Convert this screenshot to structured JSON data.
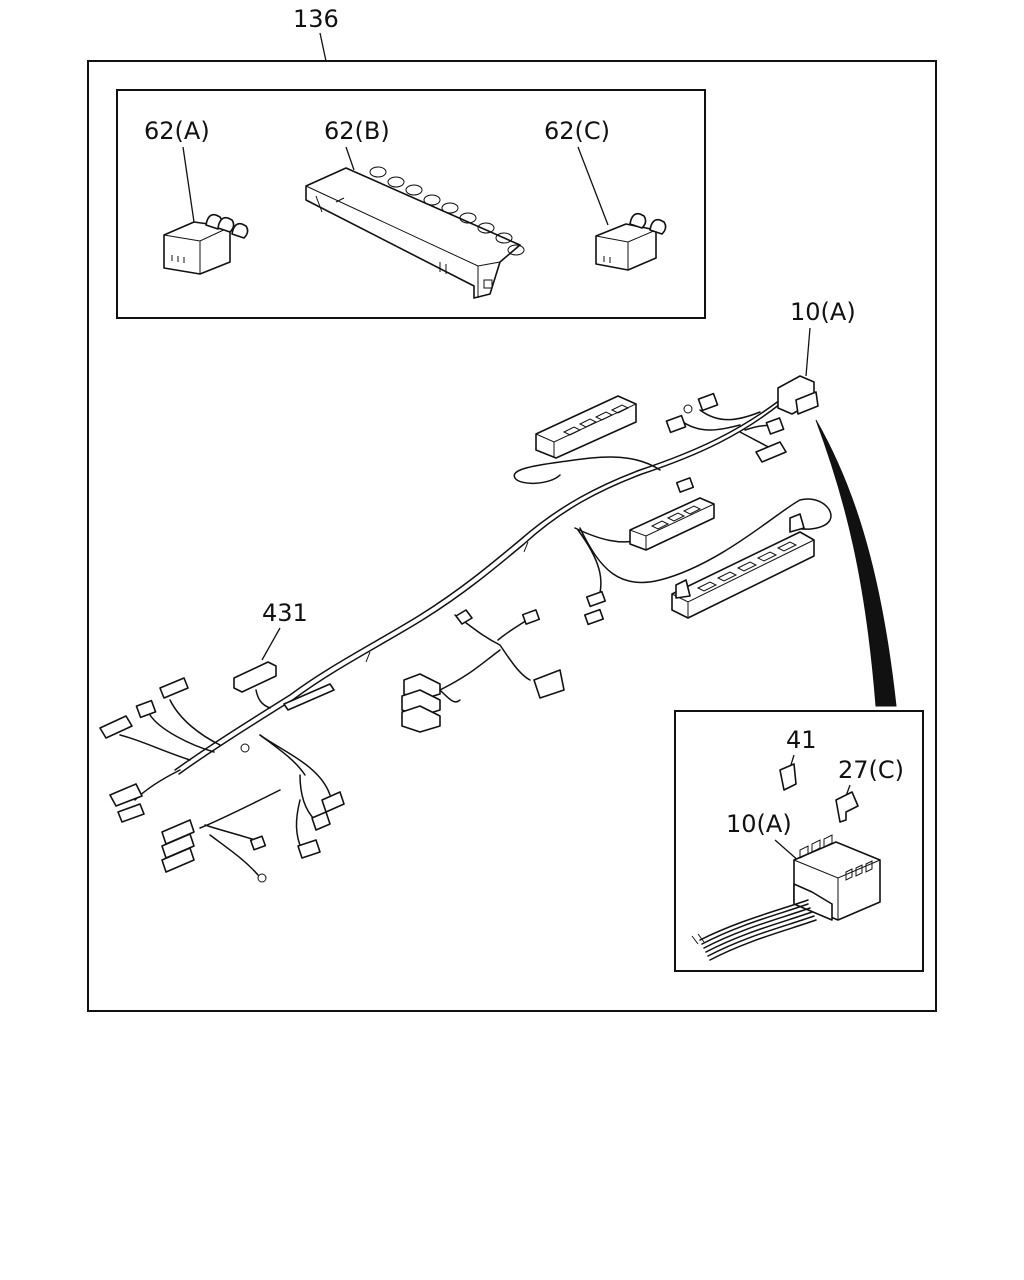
{
  "labels": {
    "assembly": "136",
    "p62a": "62(A)",
    "p62b": "62(B)",
    "p62c": "62(C)",
    "p10a_main": "10(A)",
    "p431": "431",
    "p41": "41",
    "p27c": "27(C)",
    "p10a_detail": "10(A)"
  }
}
